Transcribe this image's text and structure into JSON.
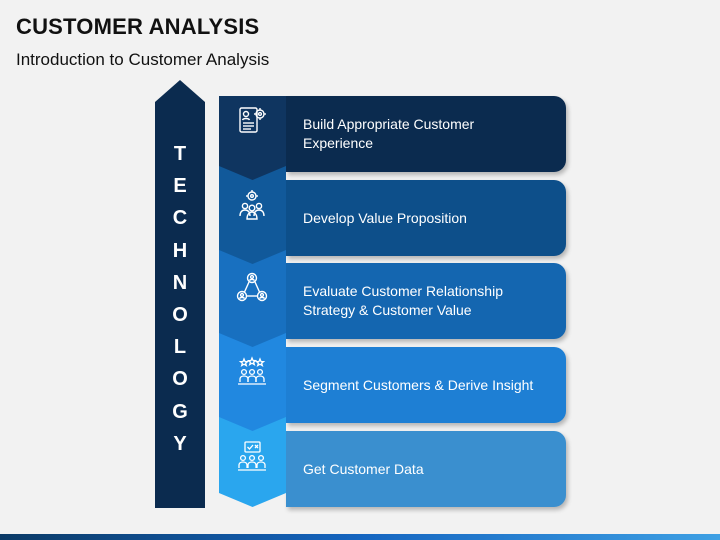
{
  "header": {
    "title": "CUSTOMER ANALYSIS",
    "subtitle": "Introduction to Customer Analysis"
  },
  "vertical_label": {
    "letters": [
      "T",
      "E",
      "C",
      "H",
      "N",
      "O",
      "L",
      "O",
      "G",
      "Y"
    ],
    "color": "#0b2b4f"
  },
  "steps": [
    {
      "label": "Build Appropriate Customer\nExperience",
      "icon": "document-gear-icon",
      "color": "#0b2b4f",
      "chevron_color": "#0f3560"
    },
    {
      "label": "Develop Value Proposition",
      "icon": "team-gear-icon",
      "color": "#0d4f8a",
      "chevron_color": "#11599a"
    },
    {
      "label": "Evaluate Customer Relationship\nStrategy & Customer Value",
      "icon": "network-people-icon",
      "color": "#1466b0",
      "chevron_color": "#1870c0"
    },
    {
      "label": "Segment Customers & Derive Insight",
      "icon": "rated-group-icon",
      "color": "#1e7fd4",
      "chevron_color": "#2188e0"
    },
    {
      "label": "Get Customer Data",
      "icon": "data-board-icon",
      "color": "#3a8fcf",
      "chevron_color": "#2aa6ee"
    }
  ]
}
